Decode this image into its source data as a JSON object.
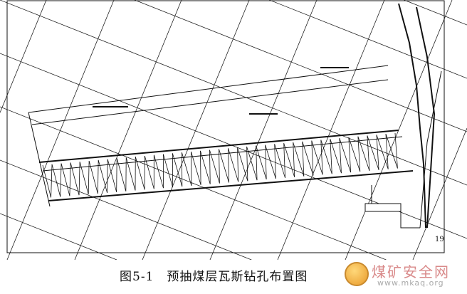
{
  "figure": {
    "caption": "图5-1　预抽煤层瓦斯钻孔布置图",
    "point_label": "19"
  },
  "logo": {
    "name": "煤矿安全网",
    "url": "www.mkaq.org"
  },
  "colors": {
    "line": "#111111",
    "logo_text": "#d98a8a"
  }
}
